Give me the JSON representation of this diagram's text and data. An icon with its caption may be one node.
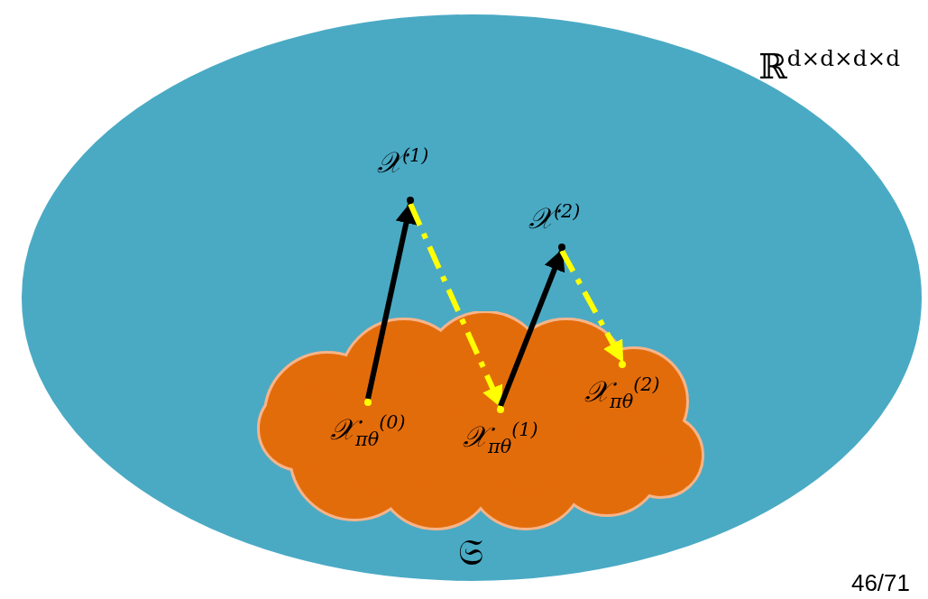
{
  "diagram": {
    "nodes": [
      {
        "text": [
          "ℝ$^{d×d×d×d}$"
        ]
      },
      {
        "text": [
          "𝔖"
        ],
        "in": 0
      },
      {
        "text": [
          "𝒳$^{(1)}$"
        ],
        "in": 0
      },
      {
        "text": [
          "𝒳$^{(2)}$"
        ],
        "in": 0
      },
      {
        "text": [
          "𝒳$_{πθ}$$^{(0)}$"
        ],
        "in": 1
      },
      {
        "text": [
          "𝒳$_{πθ}$$^{(1)}$"
        ],
        "in": 1
      },
      {
        "text": [
          "𝒳$_{πθ}$$^{(2)}$"
        ],
        "in": 1
      }
    ],
    "edges": [
      {
        "from": 4,
        "to": 2,
        "arrow": "to"
      },
      {
        "from": 2,
        "to": 5,
        "arrow": "to",
        "style": "dashed",
        "color": "#ffff00"
      },
      {
        "from": 5,
        "to": 3,
        "arrow": "to"
      },
      {
        "from": 3,
        "to": 6,
        "arrow": "to",
        "style": "dashed",
        "color": "#ffff00"
      }
    ],
    "labels": [
      "46/71"
    ]
  }
}
